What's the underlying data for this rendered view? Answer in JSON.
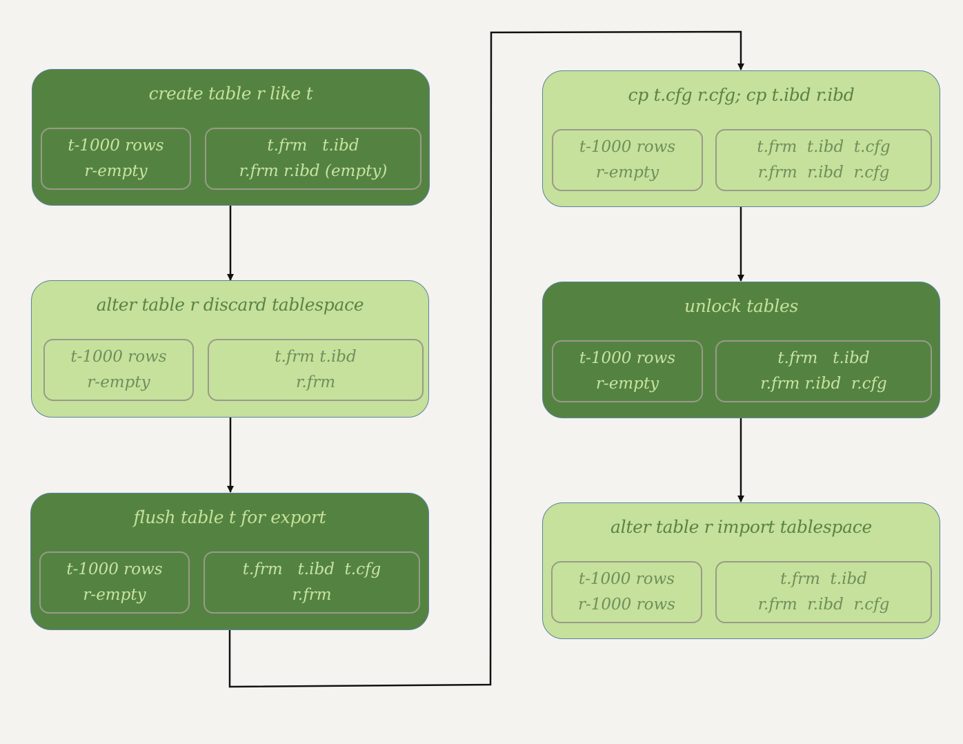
{
  "colors": {
    "background": "#f4f3ef",
    "dark_box": "#548341",
    "light_box": "#c5e19b",
    "dark_text": "#c5e19b",
    "light_text": "#5b8246",
    "panel_border": "#9a9a8a",
    "arrow": "#111111"
  },
  "steps": [
    {
      "title": "create table r like t",
      "tone": "dark",
      "left_lines": [
        "t-1000 rows",
        "r-empty"
      ],
      "right_lines": [
        "t.frm   t.ibd",
        "r.frm r.ibd (empty)"
      ]
    },
    {
      "title": "alter table r discard tablespace",
      "tone": "light",
      "left_lines": [
        "t-1000 rows",
        "r-empty"
      ],
      "right_lines": [
        "t.frm t.ibd",
        "r.frm"
      ]
    },
    {
      "title": "flush table t for export",
      "tone": "dark",
      "left_lines": [
        "t-1000 rows",
        "r-empty"
      ],
      "right_lines": [
        "t.frm   t.ibd  t.cfg",
        "r.frm"
      ]
    },
    {
      "title": "cp t.cfg r.cfg; cp t.ibd r.ibd",
      "tone": "light",
      "left_lines": [
        "t-1000 rows",
        "r-empty"
      ],
      "right_lines": [
        "t.frm  t.ibd  t.cfg",
        "r.frm  r.ibd  r.cfg"
      ]
    },
    {
      "title": "unlock tables",
      "tone": "dark",
      "left_lines": [
        "t-1000 rows",
        "r-empty"
      ],
      "right_lines": [
        "t.frm   t.ibd",
        "r.frm r.ibd  r.cfg"
      ]
    },
    {
      "title": "alter table r import tablespace",
      "tone": "light",
      "left_lines": [
        "t-1000 rows",
        "r-1000 rows"
      ],
      "right_lines": [
        "t.frm  t.ibd",
        "r.frm  r.ibd  r.cfg"
      ]
    }
  ]
}
